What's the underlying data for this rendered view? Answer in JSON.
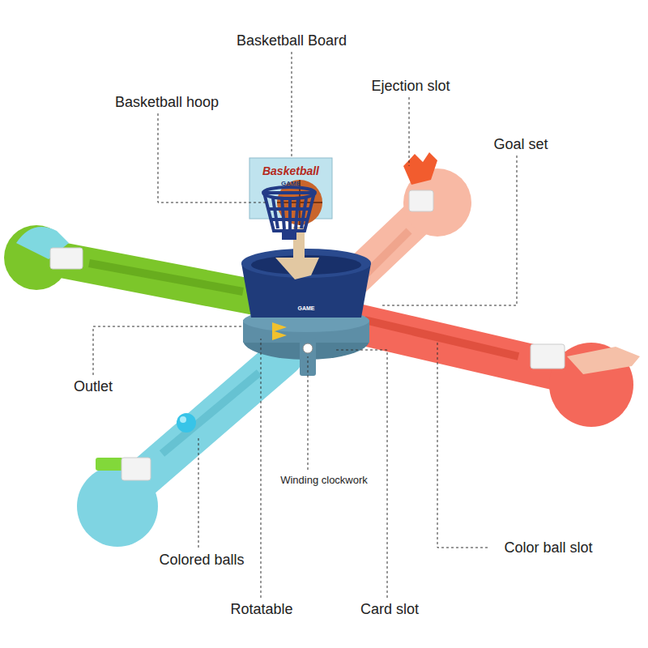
{
  "diagram": {
    "labels": [
      "Basketball Board",
      "Basketball hoop",
      "Ejection slot",
      "Goal set",
      "Outlet",
      "Winding clockwork",
      "Colored balls",
      "Rotatable",
      "Card slot",
      "Color ball slot",
      "Basketball",
      "GAME",
      "GAME"
    ]
  }
}
